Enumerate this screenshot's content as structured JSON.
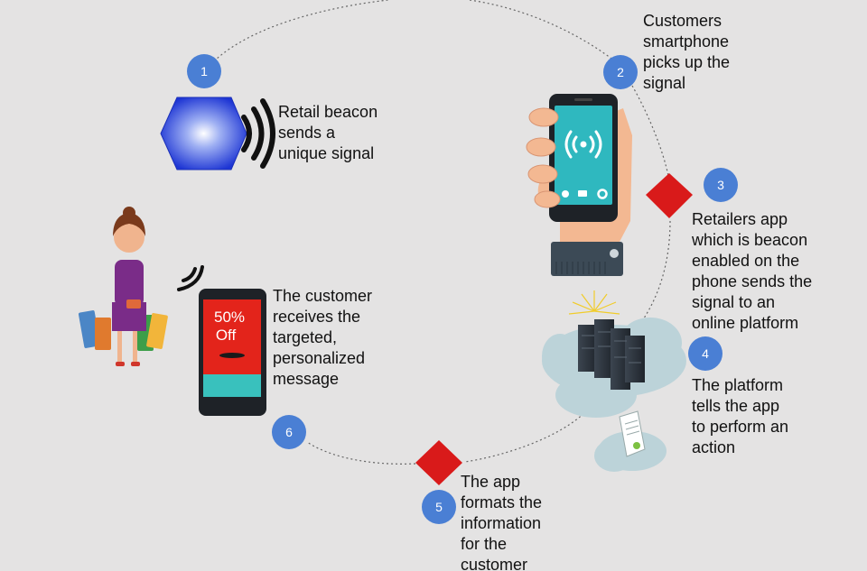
{
  "colors": {
    "background": "#e4e3e3",
    "step_badge": "#4a7fd4",
    "diamond": "#d91a1a",
    "phone_screen": "#2fb8bf",
    "offer_red": "#e3241b",
    "phone_teal": "#39c1bd",
    "beacon": "#2240d6",
    "cloud": "#bcd3d9"
  },
  "steps": [
    {
      "number": "1",
      "text": "Retail beacon\nsends a\nunique signal"
    },
    {
      "number": "2",
      "text": "Customers\nsmartphone\npicks up the\nsignal"
    },
    {
      "number": "3",
      "text": "Retailers app\nwhich is beacon\nenabled on the\nphone sends the\nsignal to an\nonline platform"
    },
    {
      "number": "4",
      "text": "The platform\ntells the app\nto perform an\naction"
    },
    {
      "number": "5",
      "text": "The app\nformats the\ninformation\nfor the\ncustomer"
    },
    {
      "number": "6",
      "text": "The customer\nreceives the\ntargeted,\npersonalized\nmessage"
    }
  ],
  "offer": {
    "line1": "50%",
    "line2": "Off"
  },
  "icons": [
    "beacon-hexagon-icon",
    "signal-waves-icon",
    "smartphone-icon",
    "wifi-signal-icon",
    "phone-icon",
    "mail-icon",
    "settings-icon",
    "server-icon",
    "cloud-icon",
    "document-icon",
    "shopper-icon"
  ]
}
